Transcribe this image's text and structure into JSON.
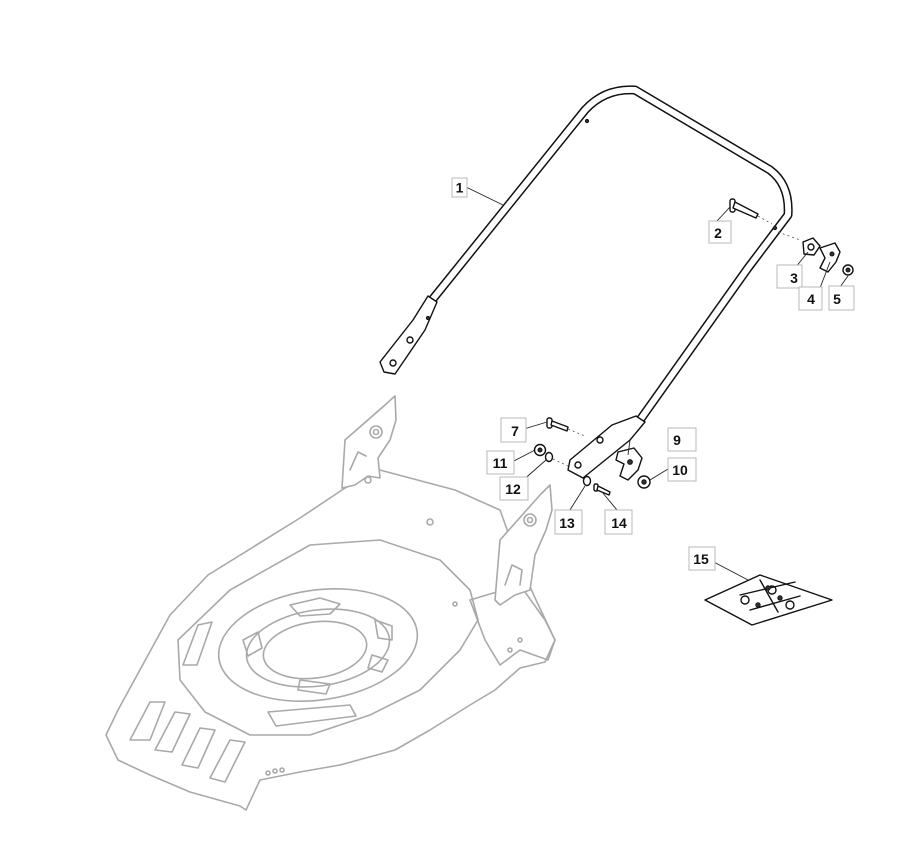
{
  "diagram": {
    "callouts": [
      {
        "id": "c1",
        "label": "1"
      },
      {
        "id": "c2",
        "label": "2"
      },
      {
        "id": "c3",
        "label": "3"
      },
      {
        "id": "c4",
        "label": "4"
      },
      {
        "id": "c5",
        "label": "5"
      },
      {
        "id": "c7",
        "label": "7"
      },
      {
        "id": "c9",
        "label": "9"
      },
      {
        "id": "c10",
        "label": "10"
      },
      {
        "id": "c11",
        "label": "11"
      },
      {
        "id": "c12",
        "label": "12"
      },
      {
        "id": "c13",
        "label": "13"
      },
      {
        "id": "c14",
        "label": "14"
      },
      {
        "id": "c15",
        "label": "15"
      }
    ],
    "colors": {
      "parts": "#111111",
      "deck_outline": "#a9a9a9",
      "callout_border": "#b8b8b8"
    }
  }
}
